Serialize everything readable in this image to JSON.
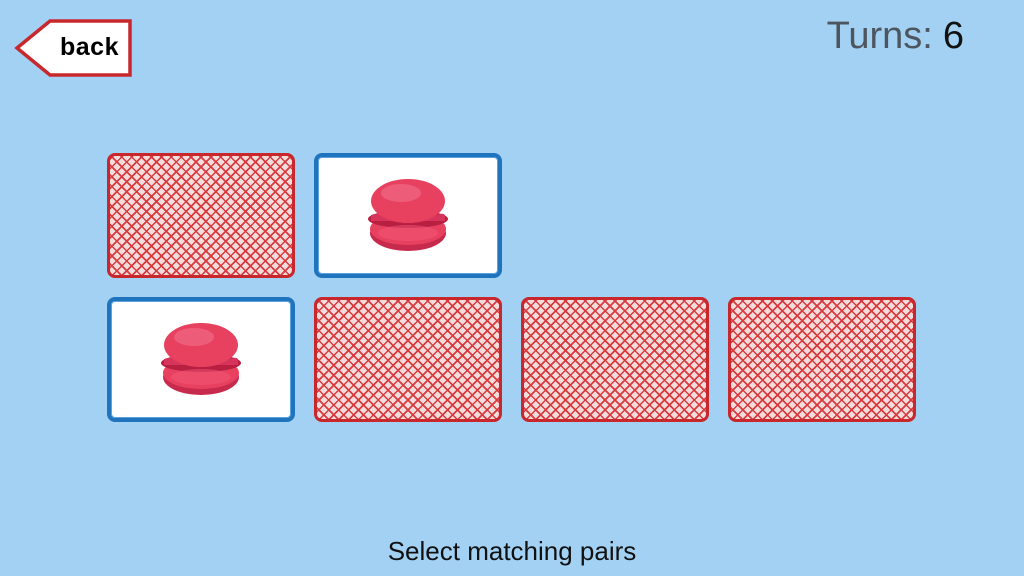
{
  "back_button": {
    "label": "back"
  },
  "turns": {
    "label": "Turns:",
    "value": "6"
  },
  "instruction": "Select matching pairs",
  "cards": [
    {
      "state": "face-down",
      "row": 1,
      "col": 1
    },
    {
      "state": "face-up",
      "row": 1,
      "col": 2,
      "image": "macaron-icon"
    },
    {
      "state": "face-up",
      "row": 2,
      "col": 1,
      "image": "macaron-icon"
    },
    {
      "state": "face-down",
      "row": 2,
      "col": 2
    },
    {
      "state": "face-down",
      "row": 2,
      "col": 3
    },
    {
      "state": "face-down",
      "row": 2,
      "col": 4
    }
  ],
  "colors": {
    "background": "#a2d1f4",
    "card_back": "#d83a3e",
    "card_face_border": "#1f74bd",
    "macaron": "#e8405f"
  }
}
